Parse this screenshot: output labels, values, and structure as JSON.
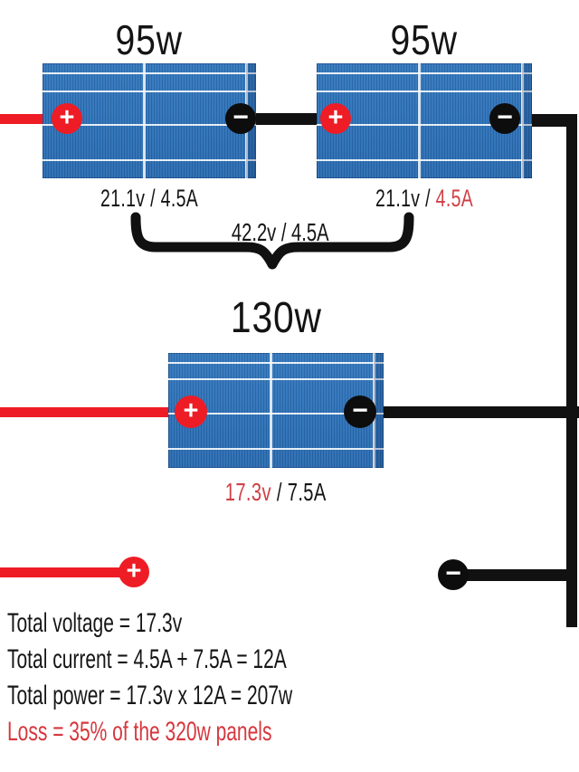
{
  "panels": {
    "left_95w": {
      "wattage": "95w",
      "voltage": "21.1v",
      "separator": " / ",
      "current": "4.5A"
    },
    "right_95w": {
      "wattage": "95w",
      "voltage": "21.1v",
      "separator": " / ",
      "current": "4.5A"
    },
    "center_130w": {
      "wattage": "130w",
      "voltage": "17.3v",
      "separator": " / ",
      "current": "7.5A"
    }
  },
  "series_pair": {
    "combined_label": "42.2v / 4.5A"
  },
  "totals": {
    "voltage": "Total voltage = 17.3v",
    "current": "Total current = 4.5A + 7.5A = 12A",
    "power": "Total power = 17.3v x 12A = 207w",
    "loss": "Loss = 35% of the 320w panels"
  },
  "terminals": {
    "plus": "+",
    "minus": "−"
  },
  "colors": {
    "wire_red": "#ee1c25",
    "wire_black": "#111111",
    "red_text": "#cf4046",
    "loss_text": "#d6373d",
    "panel_blue": "#2e72b8"
  }
}
